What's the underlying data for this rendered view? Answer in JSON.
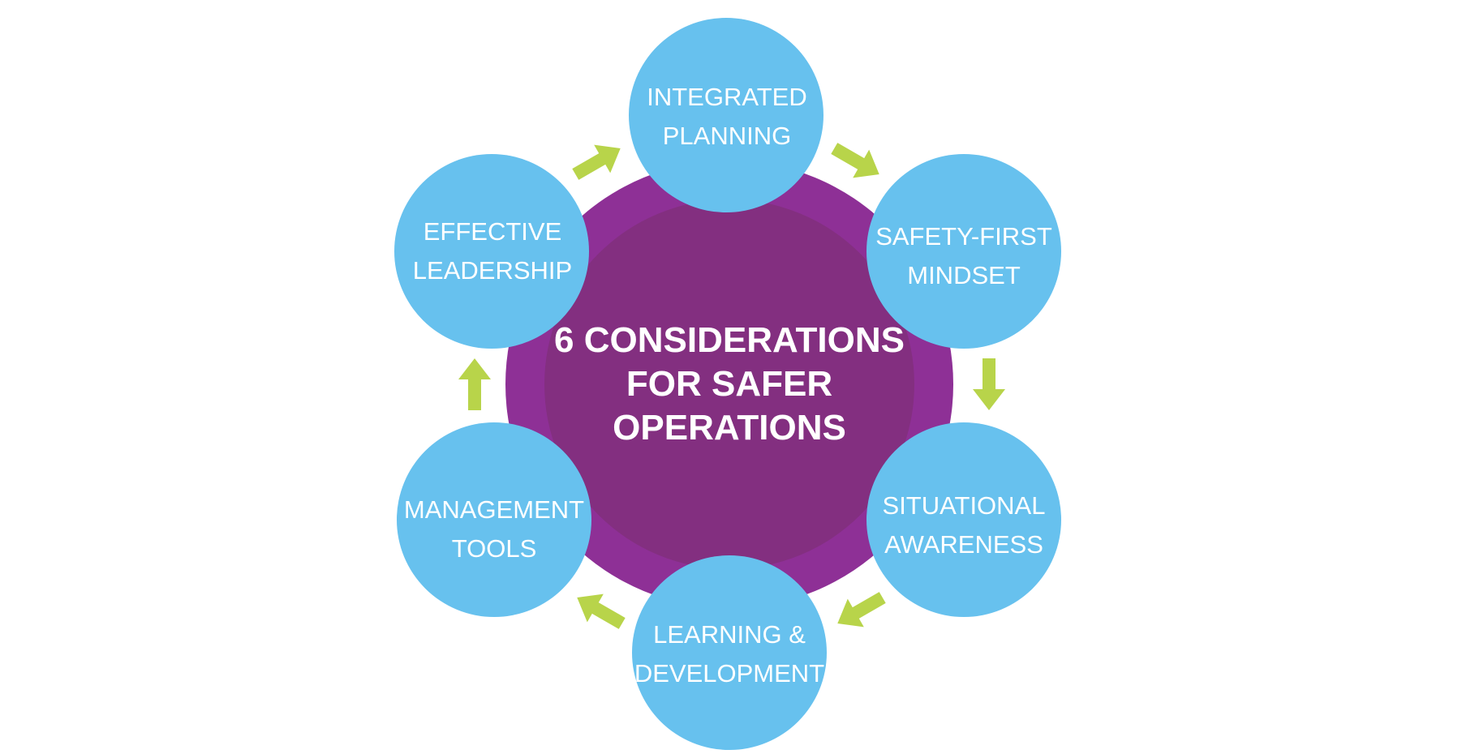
{
  "title_lines": [
    "6 CONSIDERATIONS",
    "FOR SAFER",
    "OPERATIONS"
  ],
  "considerations": [
    {
      "line1": "INTEGRATED",
      "line2": "PLANNING"
    },
    {
      "line1": "SAFETY-FIRST",
      "line2": "MINDSET"
    },
    {
      "line1": "SITUATIONAL",
      "line2": "AWARENESS"
    },
    {
      "line1": "LEARNING &",
      "line2": "DEVELOPMENT"
    },
    {
      "line1": "MANAGEMENT",
      "line2": "TOOLS"
    },
    {
      "line1": "EFFECTIVE",
      "line2": "LEADERSHIP"
    }
  ],
  "colors": {
    "circle": "#67C1EE",
    "hub_outer": "#8E3096",
    "hub_inner": "#832F80",
    "arrow": "#B8D44A"
  }
}
